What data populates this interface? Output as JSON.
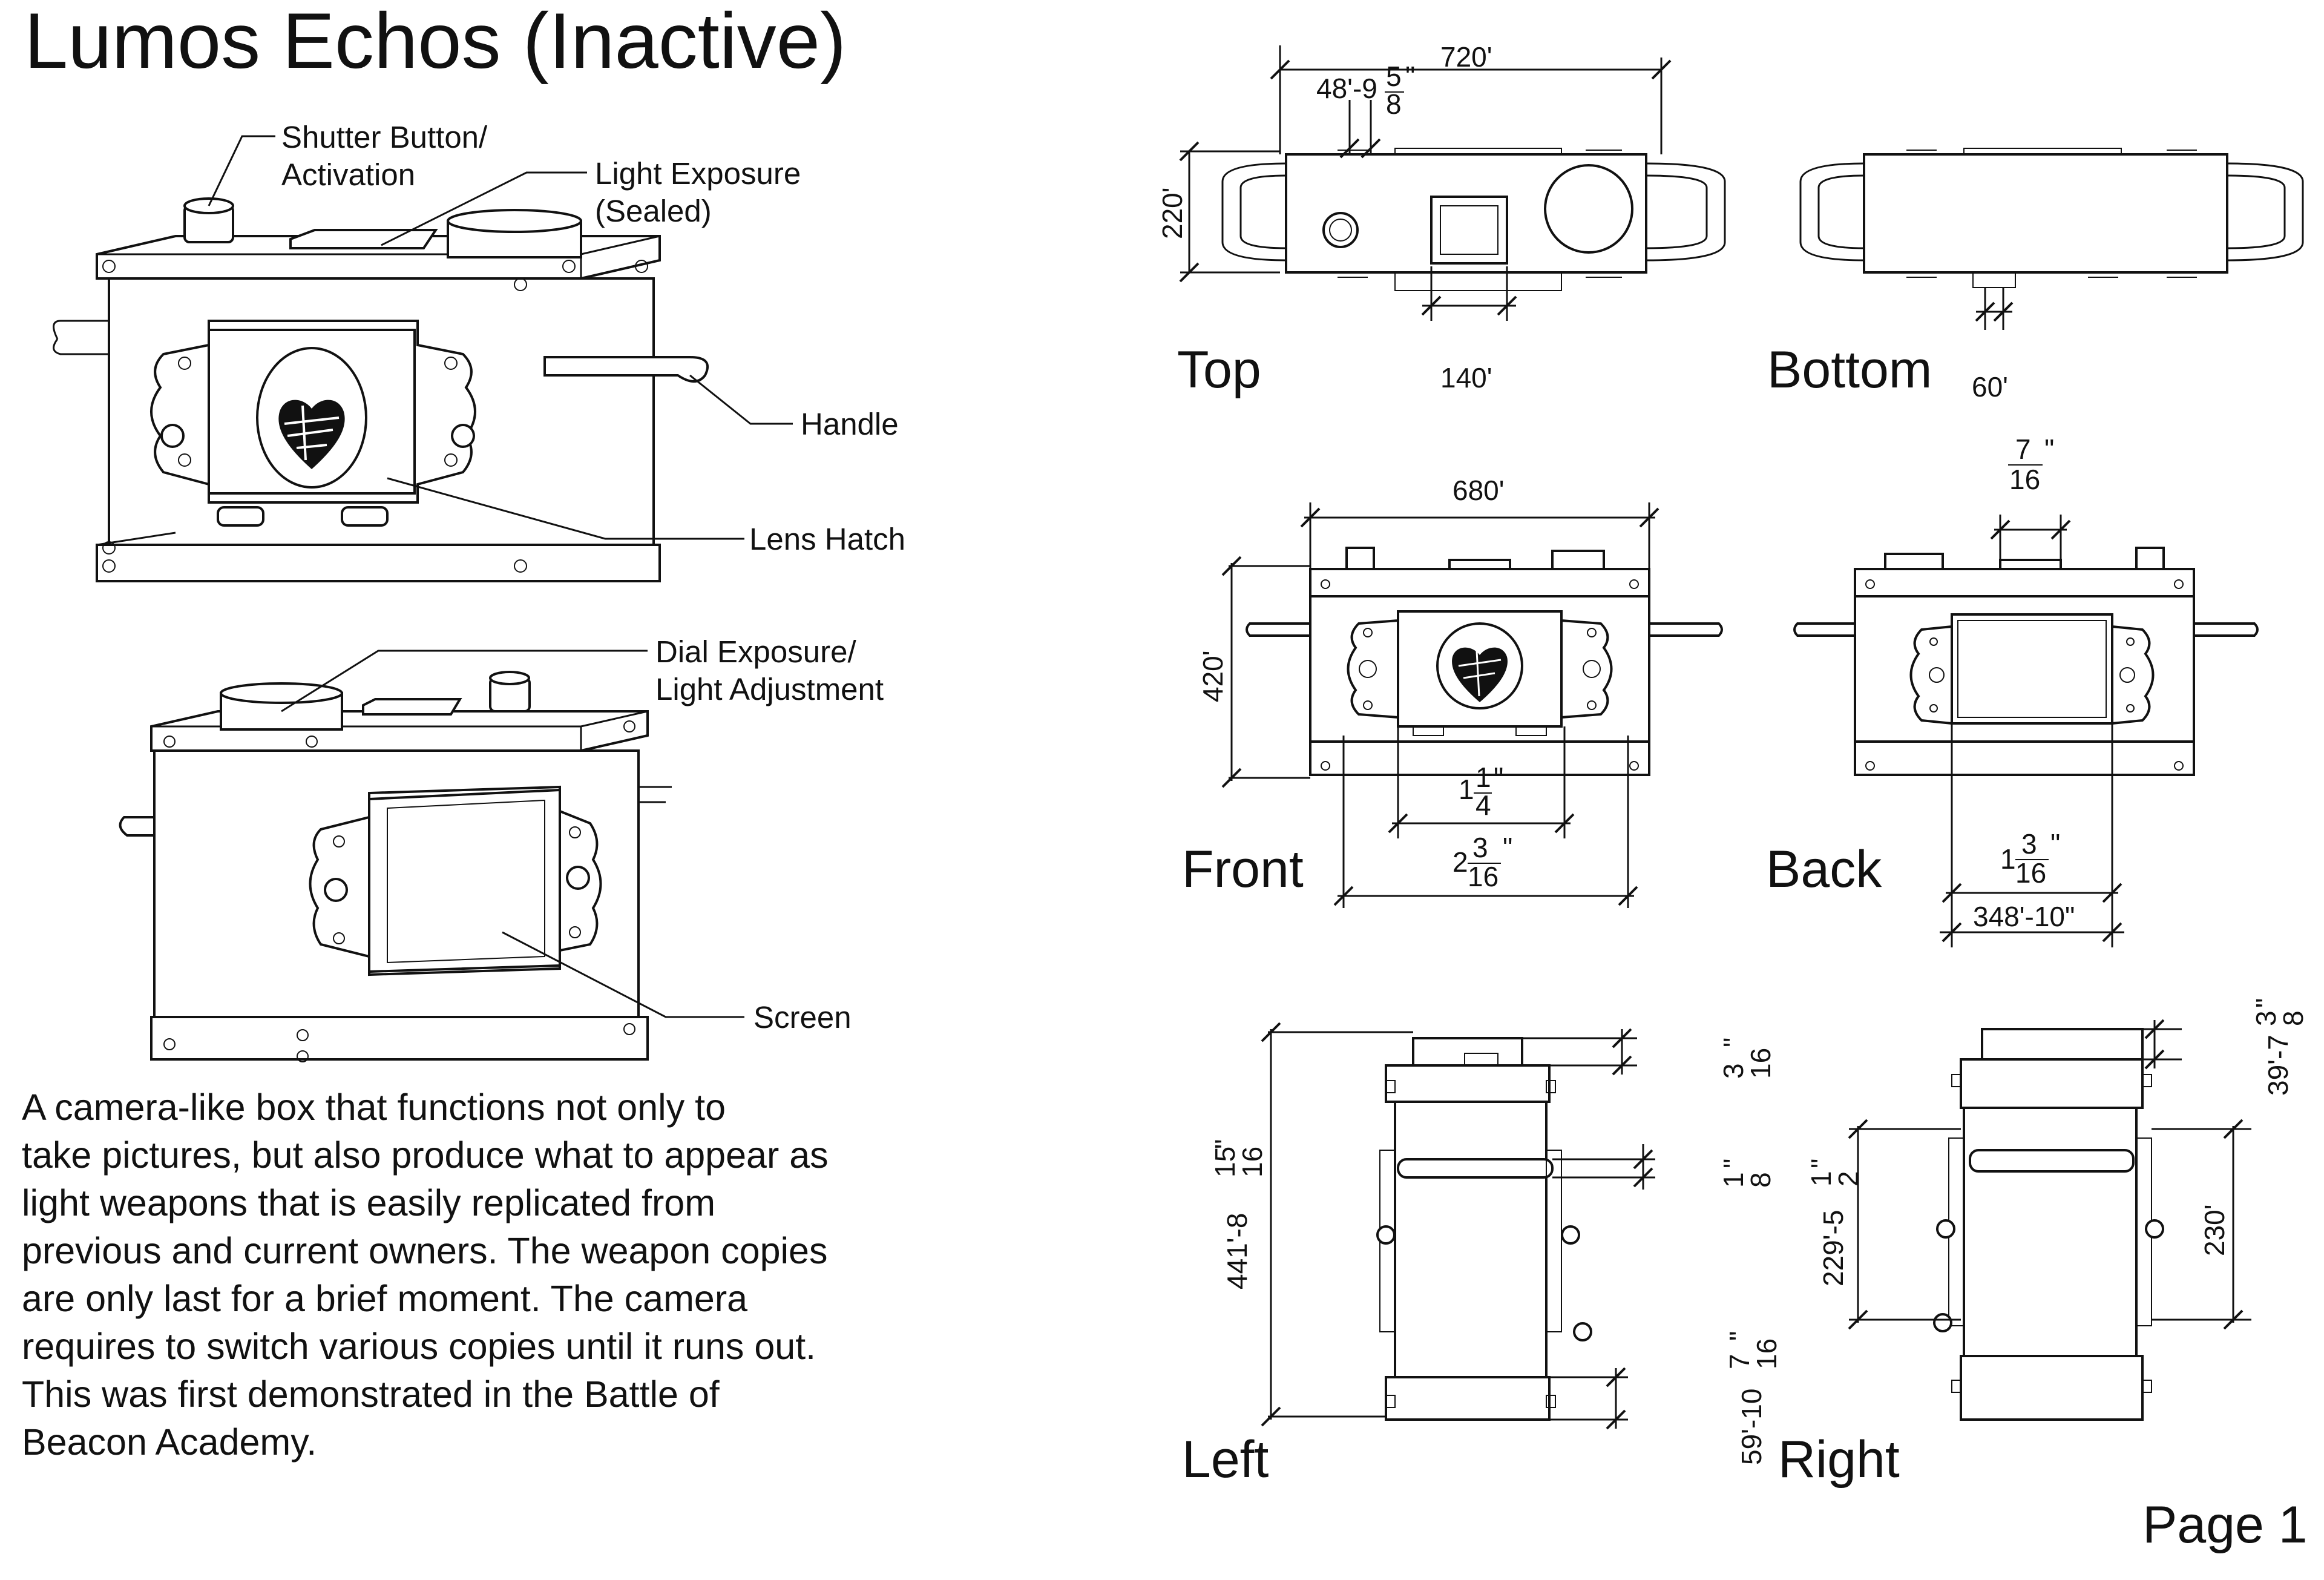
{
  "title": "Lumos Echos (Inactive)",
  "description": "A camera-like box that functions not only to\ntake pictures, but also produce what to appear as\nlight weapons that is easily replicated from\nprevious and current owners. The weapon copies\nare only last for a brief moment. The camera\nrequires to switch various copies until it runs out.\nThis was first demonstrated in the Battle of\nBeacon Academy.",
  "page": "Page 1",
  "callouts": {
    "shutter_1": "Shutter Button/",
    "shutter_2": "Activation",
    "light_exposure_1": "Light Exposure",
    "light_exposure_2": "(Sealed)",
    "handle": "Handle",
    "lens_hatch": "Lens Hatch",
    "dial_1": "Dial Exposure/",
    "dial_2": "Light Adjustment",
    "screen": "Screen"
  },
  "views": {
    "top": "Top",
    "bottom": "Bottom",
    "front": "Front",
    "back": "Back",
    "left": "Left",
    "right": "Right"
  },
  "dims": {
    "top_width": "720'",
    "top_offset_whole": "48'-9",
    "top_offset_num": "5",
    "top_offset_den": "8",
    "top_offset_unit": "\"",
    "top_height": "220'",
    "top_screen": "140'",
    "bottom_gap": "60'",
    "front_width": "680'",
    "front_height": "420'",
    "front_inner_whole": "1",
    "front_inner_num": "1",
    "front_inner_den": "4",
    "front_inner_unit": "\"",
    "front_outer_whole": "2",
    "front_outer_num": "3",
    "front_outer_den": "16",
    "front_outer_unit": "\"",
    "back_top_num": "7",
    "back_top_den": "16",
    "back_top_unit": "\"",
    "back_inner_whole": "1",
    "back_inner_num": "3",
    "back_inner_den": "16",
    "back_inner_unit": "\"",
    "back_outer": "348'-10\"",
    "left_height_whole": "441'-8",
    "left_height_num": "15",
    "left_height_den": "16",
    "left_height_unit": "\"",
    "left_top_num": "3",
    "left_top_den": "16",
    "left_top_unit": "\"",
    "left_mid_num": "1",
    "left_mid_den": "8",
    "left_mid_unit": "\"",
    "left_bottom_whole": "59'-10",
    "left_bottom_num": "7",
    "left_bottom_den": "16",
    "left_bottom_unit": "\"",
    "right_height_whole": "229'-5",
    "right_height_num": "1",
    "right_height_den": "2",
    "right_height_unit": "\"",
    "right_top_whole": "39'-7",
    "right_top_num": "3",
    "right_top_den": "8",
    "right_top_unit": "\"",
    "right_side": "230'"
  }
}
